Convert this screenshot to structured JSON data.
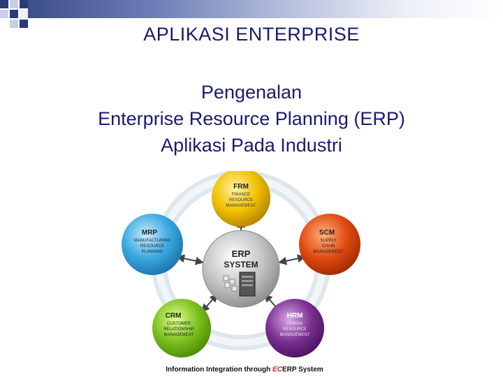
{
  "slide": {
    "title": "APLIKASI ENTERPRISE",
    "subtitle_lines": [
      "Pengenalan",
      "Enterprise Resource Planning (ERP)",
      "Aplikasi Pada Industri"
    ]
  },
  "diagram": {
    "center": {
      "line1": "ERP",
      "line2": "SYSTEM"
    },
    "nodes": [
      {
        "id": "frm",
        "abbr": "FRM",
        "lines": [
          "FINANCE",
          "RESOURCE",
          "MANAGEMENT"
        ],
        "color": "#f0c000"
      },
      {
        "id": "scm",
        "abbr": "SCM",
        "lines": [
          "SUPPLY",
          "CHAIN",
          "MANAGEMENT"
        ],
        "color": "#e04a10"
      },
      {
        "id": "hrm",
        "abbr": "HRM",
        "lines": [
          "HUMAN",
          "RESOURCE",
          "MANAGEMENT"
        ],
        "color": "#7a3090"
      },
      {
        "id": "crm",
        "abbr": "CRM",
        "lines": [
          "CUSTOMER",
          "RELATIONSHIP",
          "MANAGEMENT"
        ],
        "color": "#7cc020"
      },
      {
        "id": "mrp",
        "abbr": "MRP",
        "lines": [
          "MANUFACTURING",
          "RESOURCE",
          "PLANNING"
        ],
        "color": "#3aa8e0"
      }
    ],
    "caption": {
      "prefix": "Information Integration through ",
      "brand": "EC",
      "suffix": "ERP System"
    }
  }
}
